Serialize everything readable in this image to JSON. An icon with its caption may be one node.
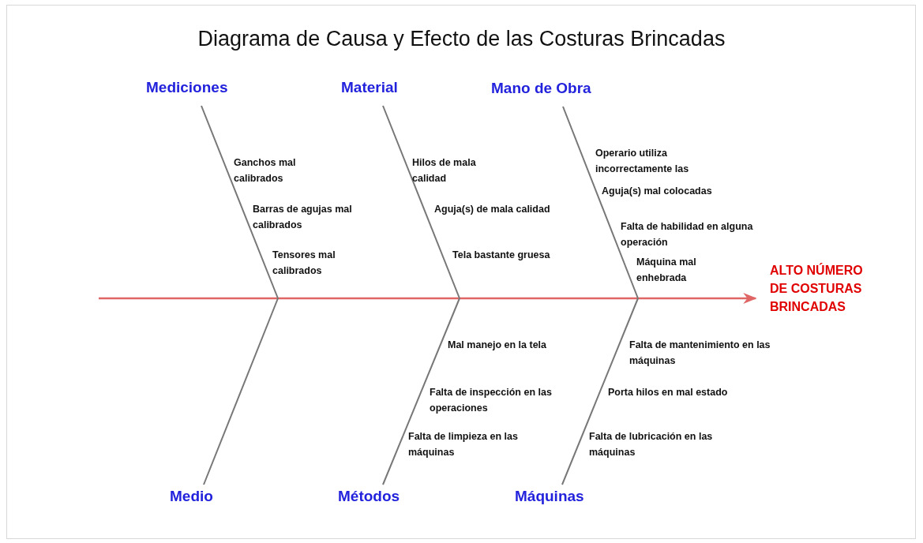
{
  "diagram": {
    "title": "Diagrama de Causa y Efecto de las Costuras Brincadas",
    "nodes": [
      {
        "text": [
          "Mediciones"
        ]
      },
      {
        "text": [
          "Material"
        ]
      },
      {
        "text": [
          "Mano de Obra"
        ]
      },
      {
        "text": [
          "Medio"
        ]
      },
      {
        "text": [
          "Métodos"
        ]
      },
      {
        "text": [
          "Máquinas"
        ]
      },
      {
        "text": [
          "ALTO NÚMERO DE COSTURAS BRINCADAS"
        ]
      }
    ],
    "edges": [
      {
        "from": null,
        "to": 6,
        "arrow": "to",
        "color": "#e06666"
      },
      {
        "from": 0,
        "to": null,
        "arrow": "none"
      },
      {
        "from": 1,
        "to": null,
        "arrow": "none"
      },
      {
        "from": 2,
        "to": null,
        "arrow": "none"
      },
      {
        "from": 3,
        "to": null,
        "arrow": "none"
      },
      {
        "from": 4,
        "to": null,
        "arrow": "none"
      },
      {
        "from": 5,
        "to": null,
        "arrow": "none"
      }
    ],
    "labels": [
      "Ganchos mal calibrados",
      "Hilos de mala calidad",
      "Operario utiliza incorrectamente las",
      "Aguja(s) mal colocadas",
      "Barras de agujas mal calibrados",
      "Aguja(s) de mala calidad",
      "Falta de habilidad en alguna operación",
      "Tensores mal calibrados",
      "Tela bastante gruesa",
      "Máquina mal enhebrada",
      "Mal manejo en la tela",
      "Falta de mantenimiento en las máquinas",
      "Falta de inspección en las operaciones",
      "Porta hilos en mal estado",
      "Falta de limpieza en las máquinas",
      "Falta de lubricación en las máquinas"
    ]
  }
}
